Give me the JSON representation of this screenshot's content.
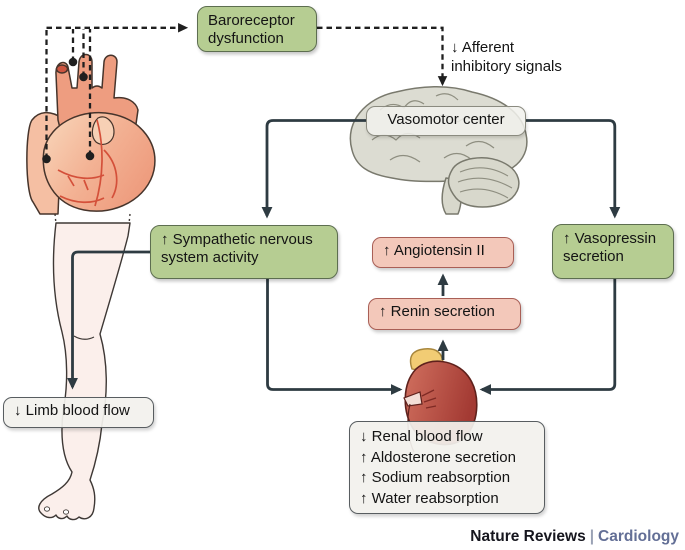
{
  "diagram": {
    "boxes": {
      "baroreceptor": "Baroreceptor dysfunction",
      "vasomotor": "Vasomotor center",
      "sympathetic": "↑ Sympathetic nervous system activity",
      "angiotensin": "↑ Angiotensin II",
      "renin": "↑ Renin secretion",
      "vasopressin": "↑ Vasopressin secretion",
      "limb": "↓ Limb blood flow"
    },
    "renal_box": {
      "lines": [
        "↓ Renal blood flow",
        "↑ Aldosterone secretion",
        "↑ Sodium reabsorption",
        "↑ Water reabsorption"
      ]
    },
    "annotations": {
      "afferent_line1": "↓ Afferent",
      "afferent_line2": "inhibitory signals"
    },
    "illustrations": [
      "heart-illustration",
      "brain-illustration",
      "kidney-illustration",
      "leg-illustration"
    ]
  },
  "footer": {
    "brand": "Nature Reviews",
    "separator": "|",
    "journal": "Cardiology"
  },
  "colors": {
    "box_green": "#b6cd92",
    "box_green_border": "#5d6e50",
    "box_pink": "#f3c8ba",
    "box_pink_border": "#a95f56",
    "box_gray": "#f2f1ed",
    "box_gray_border": "#585d60",
    "arrow_solid": "#2e3b42",
    "arrow_dashed": "#1f1f1f",
    "journal_accent": "#636f96"
  }
}
